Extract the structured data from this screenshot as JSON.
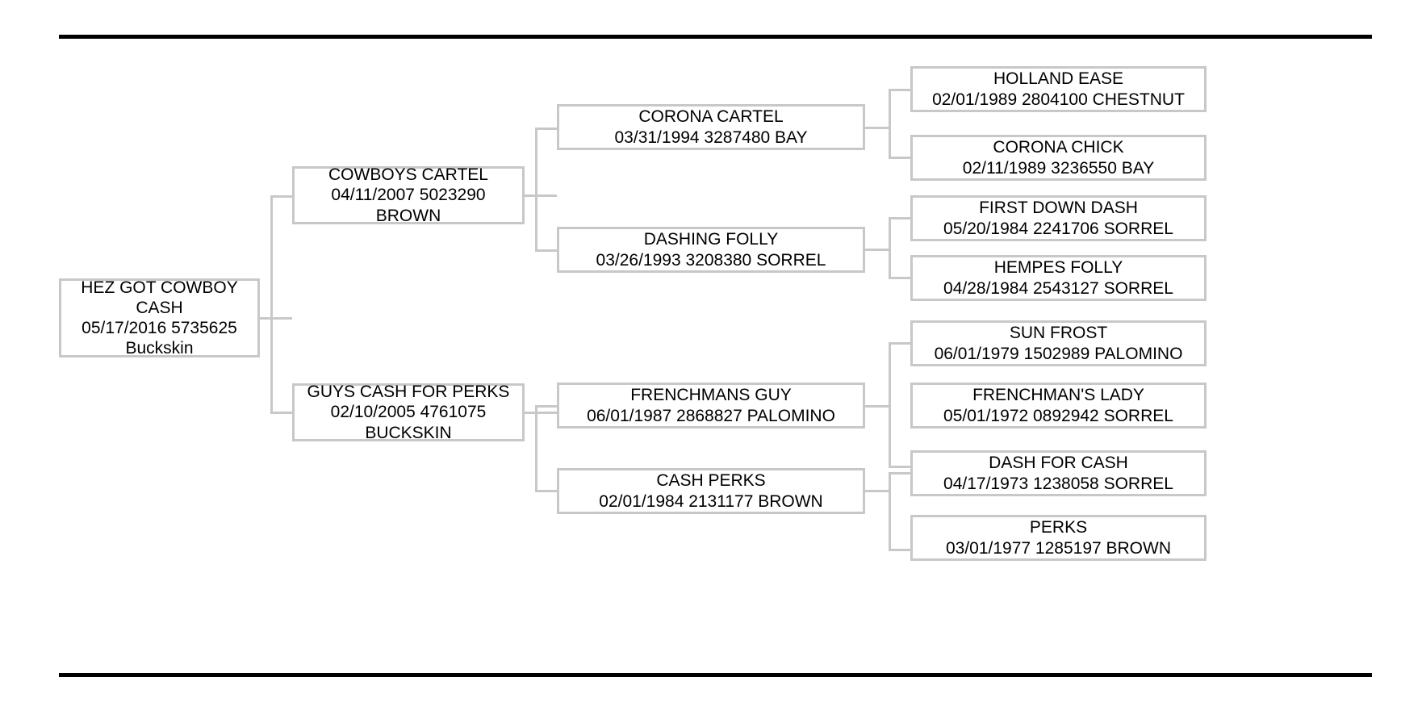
{
  "document": {
    "type": "horse-pedigree-chart",
    "generations": 4,
    "border_color": "#c8c8c8",
    "rule_color": "#000000",
    "background": "#ffffff"
  },
  "rules": {
    "top_label": "top-divider-rule",
    "bottom_label": "bottom-divider-rule"
  },
  "pedigree": {
    "subject": {
      "name": "HEZ GOT COWBOY CASH",
      "details": "05/17/2016 5735625",
      "color": "Buckskin"
    },
    "generation2": [
      {
        "name": "COWBOYS CARTEL",
        "details": "04/11/2007 5023290",
        "color": "BROWN"
      },
      {
        "name": "GUYS CASH FOR PERKS",
        "details": "02/10/2005 4761075",
        "color": "BUCKSKIN"
      }
    ],
    "generation3": [
      {
        "name": "CORONA CARTEL",
        "details": "03/31/1994 3287480 BAY"
      },
      {
        "name": "DASHING FOLLY",
        "details": "03/26/1993 3208380 SORREL"
      },
      {
        "name": "FRENCHMANS GUY",
        "details": "06/01/1987 2868827 PALOMINO"
      },
      {
        "name": "CASH PERKS",
        "details": "02/01/1984 2131177 BROWN"
      }
    ],
    "generation4": [
      {
        "name": "HOLLAND EASE",
        "details": "02/01/1989 2804100 CHESTNUT"
      },
      {
        "name": "CORONA CHICK",
        "details": "02/11/1989 3236550 BAY"
      },
      {
        "name": "FIRST DOWN DASH",
        "details": "05/20/1984 2241706 SORREL"
      },
      {
        "name": "HEMPES FOLLY",
        "details": "04/28/1984 2543127 SORREL"
      },
      {
        "name": "SUN FROST",
        "details": "06/01/1979 1502989 PALOMINO"
      },
      {
        "name": "FRENCHMAN'S LADY",
        "details": "05/01/1972 0892942 SORREL"
      },
      {
        "name": "DASH FOR CASH",
        "details": "04/17/1973 1238058 SORREL"
      },
      {
        "name": "PERKS",
        "details": "03/01/1977 1285197 BROWN"
      }
    ]
  }
}
